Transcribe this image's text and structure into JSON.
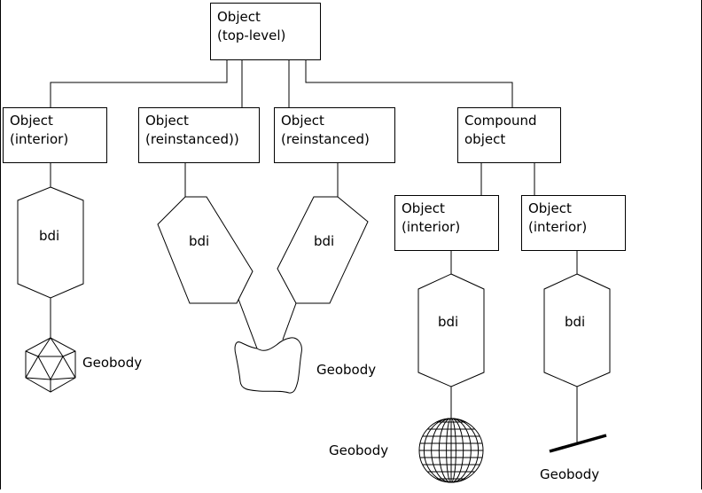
{
  "nodes": {
    "top": {
      "line1": "Object",
      "line2": "(top-level)"
    },
    "obj1": {
      "line1": "Object",
      "line2": "(interior)"
    },
    "obj2": {
      "line1": "Object",
      "line2": "(reinstanced))"
    },
    "obj3": {
      "line1": "Object",
      "line2": "(reinstanced)"
    },
    "compound": {
      "line1": "Compound",
      "line2": "object"
    },
    "obj5": {
      "line1": "Object",
      "line2": "(interior)"
    },
    "obj6": {
      "line1": "Object",
      "line2": "(interior)"
    }
  },
  "bdi": {
    "b1": "bdi",
    "b2": "bdi",
    "b3": "bdi",
    "b4": "bdi",
    "b5": "bdi"
  },
  "geobody": {
    "g1": "Geobody",
    "g2": "Geobody",
    "g3": "Geobody",
    "g4": "Geobody"
  }
}
